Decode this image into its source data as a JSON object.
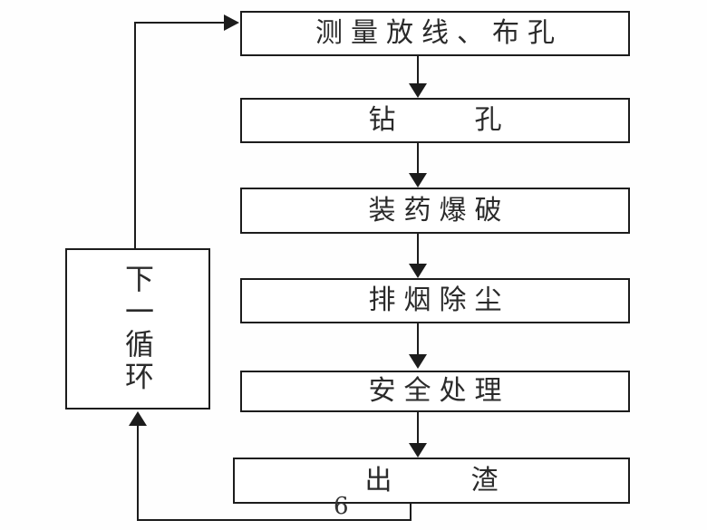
{
  "diagram": {
    "steps": [
      {
        "label": "测量放线、布孔"
      },
      {
        "label": "钻　　孔"
      },
      {
        "label": "装药爆破"
      },
      {
        "label": "排烟除尘"
      },
      {
        "label": "安全处理"
      },
      {
        "label": "出　　渣"
      }
    ],
    "loop_box": {
      "label": "下一循环"
    },
    "page_number": "6",
    "icons": {
      "arrow_down": "filled-triangle-down",
      "arrow_up": "filled-triangle-up",
      "arrow_right": "filled-triangle-right"
    },
    "colors": {
      "line": "#1c1c1c",
      "background": "#ffffff",
      "text": "#2a2a2a"
    }
  }
}
